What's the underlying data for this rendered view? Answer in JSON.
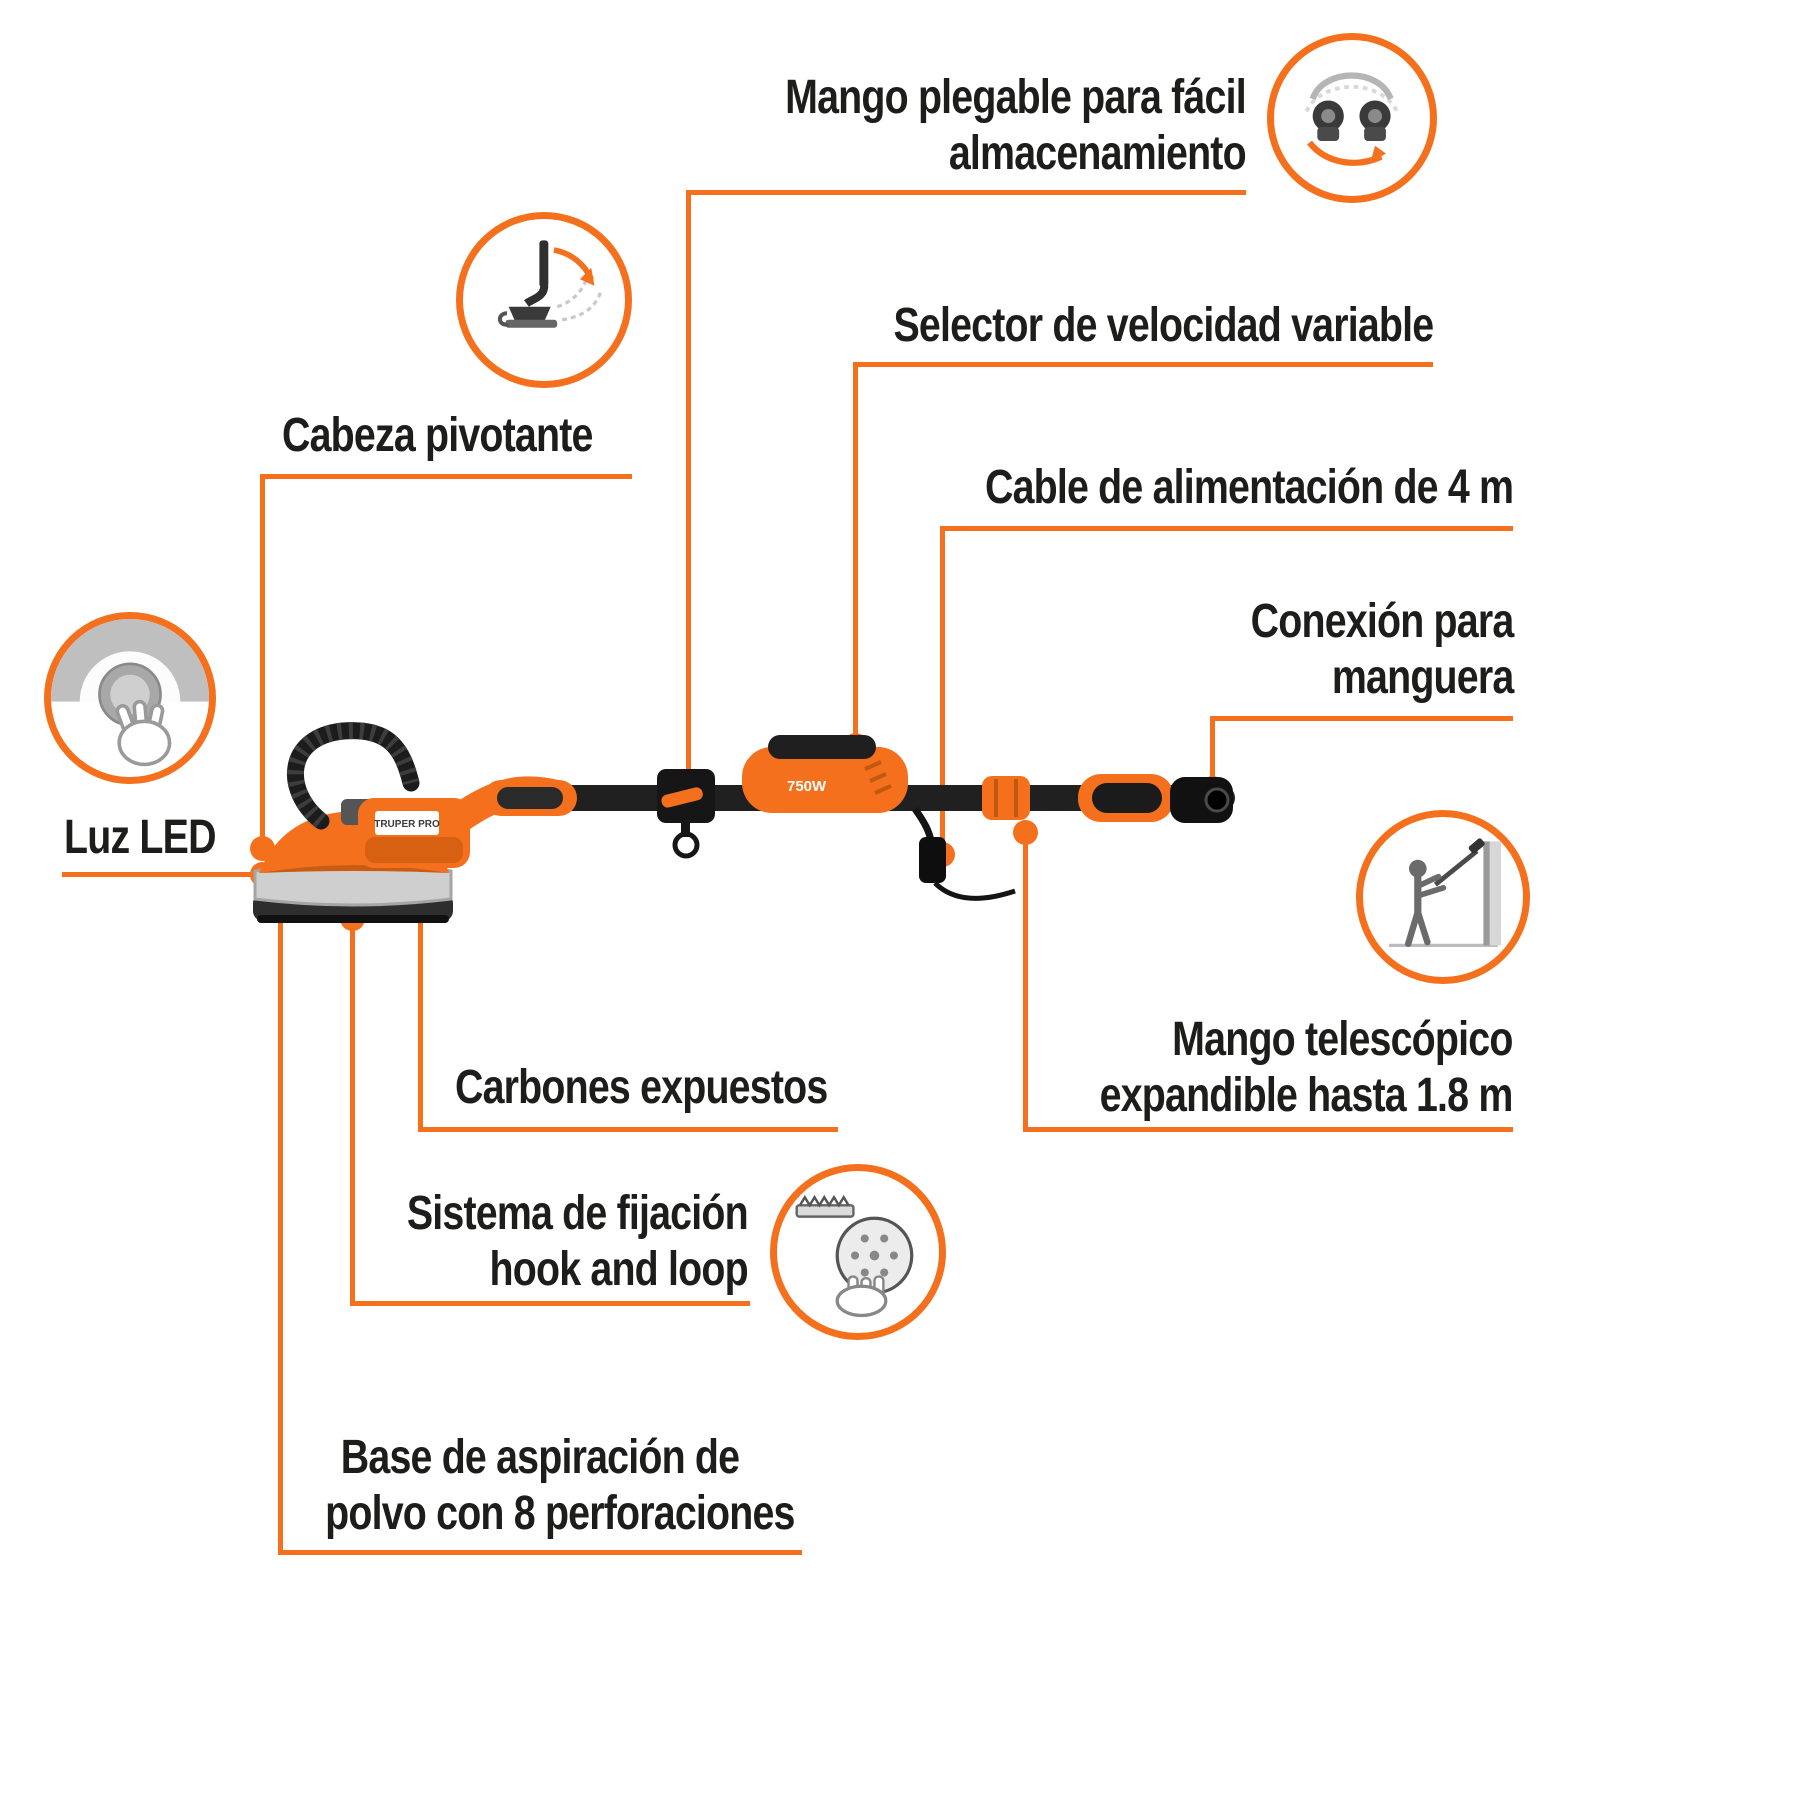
{
  "meta": {
    "background": "#FFFFFF",
    "accent_color": "#F4701D",
    "text_color": "#1D1D1B",
    "diagram_type": "product-feature-callouts"
  },
  "product": {
    "brand": "TRUPER PRO",
    "power_label": "750W"
  },
  "callouts": {
    "fold_handle": {
      "lines": [
        "Mango plegable para fácil",
        "almacenamiento"
      ]
    },
    "speed_selector": {
      "lines": [
        "Selector de velocidad variable"
      ]
    },
    "power_cable": {
      "lines": [
        "Cable de alimentación de 4 m"
      ]
    },
    "hose_connection": {
      "lines": [
        "Conexión para",
        "manguera"
      ]
    },
    "pivot_head": {
      "lines": [
        "Cabeza pivotante"
      ]
    },
    "led_light": {
      "lines": [
        "Luz LED"
      ]
    },
    "carbon_brushes": {
      "lines": [
        "Carbones expuestos"
      ]
    },
    "hook_and_loop": {
      "lines": [
        "Sistema de fijación",
        "hook and loop"
      ]
    },
    "dust_base": {
      "lines": [
        "Base de aspiración de",
        "polvo con 8 perforaciones"
      ]
    },
    "telescopic_handle": {
      "lines": [
        "Mango telescópico",
        "expandible hasta 1.8 m"
      ]
    }
  },
  "icons": {
    "fold_handle": "fold-handle-icon",
    "pivot_head": "pivot-head-icon",
    "led_light": "led-light-icon",
    "hook_and_loop": "hook-and-loop-icon",
    "telescopic_handle": "telescopic-handle-icon"
  }
}
